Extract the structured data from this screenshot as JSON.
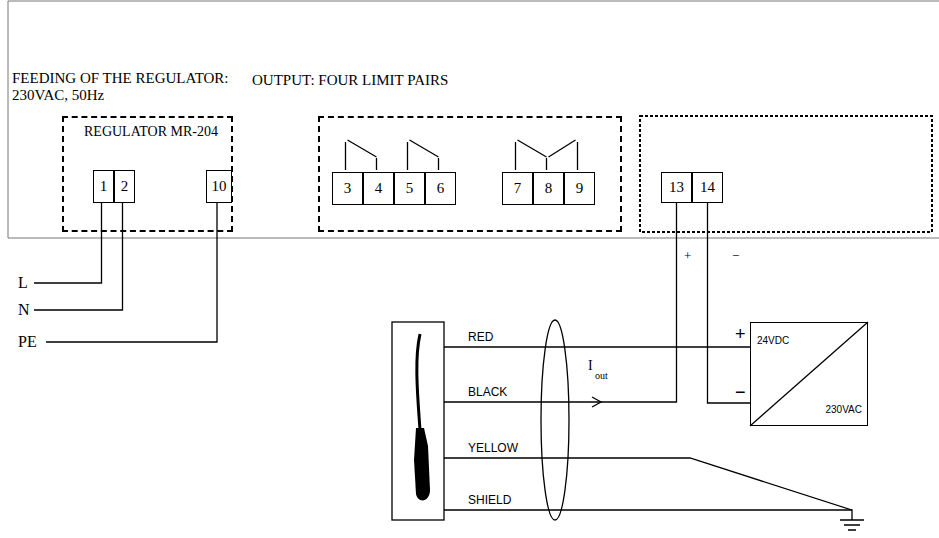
{
  "diagram": {
    "nodes": [
      {
        "text": [
          "FEEDING OF THE REGULATOR: 230VAC, 50Hz",
          "REGULATOR MR-204"
        ]
      },
      {
        "text": [
          "1"
        ],
        "in": 0
      },
      {
        "text": [
          "2"
        ],
        "in": 0
      },
      {
        "text": [
          "10"
        ],
        "in": 0
      },
      {
        "text": [
          "OUTPUT: FOUR LIMIT PAIRS"
        ]
      },
      {
        "text": [
          "3"
        ],
        "in": 4
      },
      {
        "text": [
          "4"
        ],
        "in": 4
      },
      {
        "text": [
          "5"
        ],
        "in": 4
      },
      {
        "text": [
          "6"
        ],
        "in": 4
      },
      {
        "text": [
          "7"
        ],
        "in": 4
      },
      {
        "text": [
          "8"
        ],
        "in": 4
      },
      {
        "text": [
          "9"
        ],
        "in": 4
      },
      {
        "text": [
          "13"
        ]
      },
      {
        "text": [
          "14"
        ]
      },
      {
        "text": [
          "24VDC",
          "230VAC"
        ]
      }
    ],
    "edges": [
      {
        "from": 13,
        "to": 14,
        "arrow": "none"
      }
    ],
    "labels": [
      "L",
      "N",
      "PE",
      "+",
      "−",
      "+",
      "−",
      "RED",
      "BLACK",
      "I",
      "out",
      "YELLOW",
      "SHIELD"
    ]
  }
}
